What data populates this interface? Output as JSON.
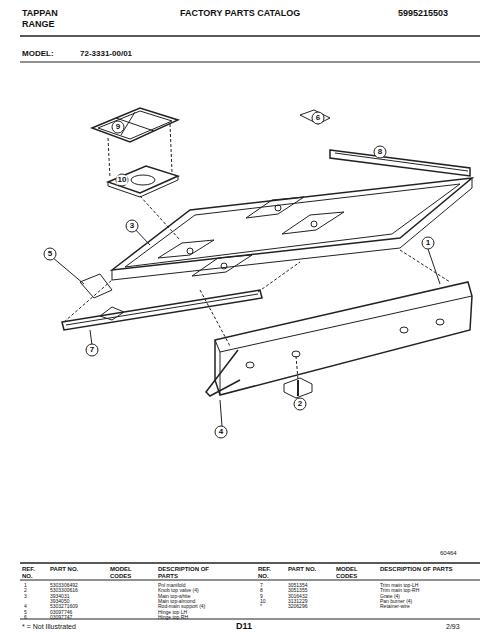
{
  "diagram": {
    "title": "FACTORY PARTS CATALOG",
    "labels": [
      "TAPPAN",
      "RANGE",
      "5995215503",
      "MODEL:",
      "72-3331-00/01",
      "9",
      "6",
      "8",
      "10",
      "3",
      "5",
      "1",
      "2",
      "7",
      "4",
      "60464",
      "REF. NO.",
      "PART NO.",
      "MODEL CODES",
      "DESCRIPTION OF PARTS",
      "REF. NO.",
      "PART NO.",
      "MODEL CODES",
      "DESCRIPTION OF PARTS",
      "1",
      "5303306492",
      "Pnl manifold",
      "2",
      "5303300616",
      "Knob top valve (4)",
      "3",
      "3934031",
      "Main top-white",
      "3934050",
      "Main top-almond",
      "4",
      "5303271609",
      "Rod-main support (4)",
      "5",
      "03097746",
      "Hinge top LH",
      "6",
      "03097747",
      "Hinge top RH",
      "7",
      "3051354",
      "Trim main top-LH",
      "8",
      "3051355",
      "Trim main top-RH",
      "9",
      "3016432",
      "Grate (4)",
      "10",
      "3131229",
      "Pan burner (4)",
      "*",
      "3206296",
      "Retainer-wire",
      "* = Not Illustrated",
      "D11",
      "2/93"
    ]
  }
}
